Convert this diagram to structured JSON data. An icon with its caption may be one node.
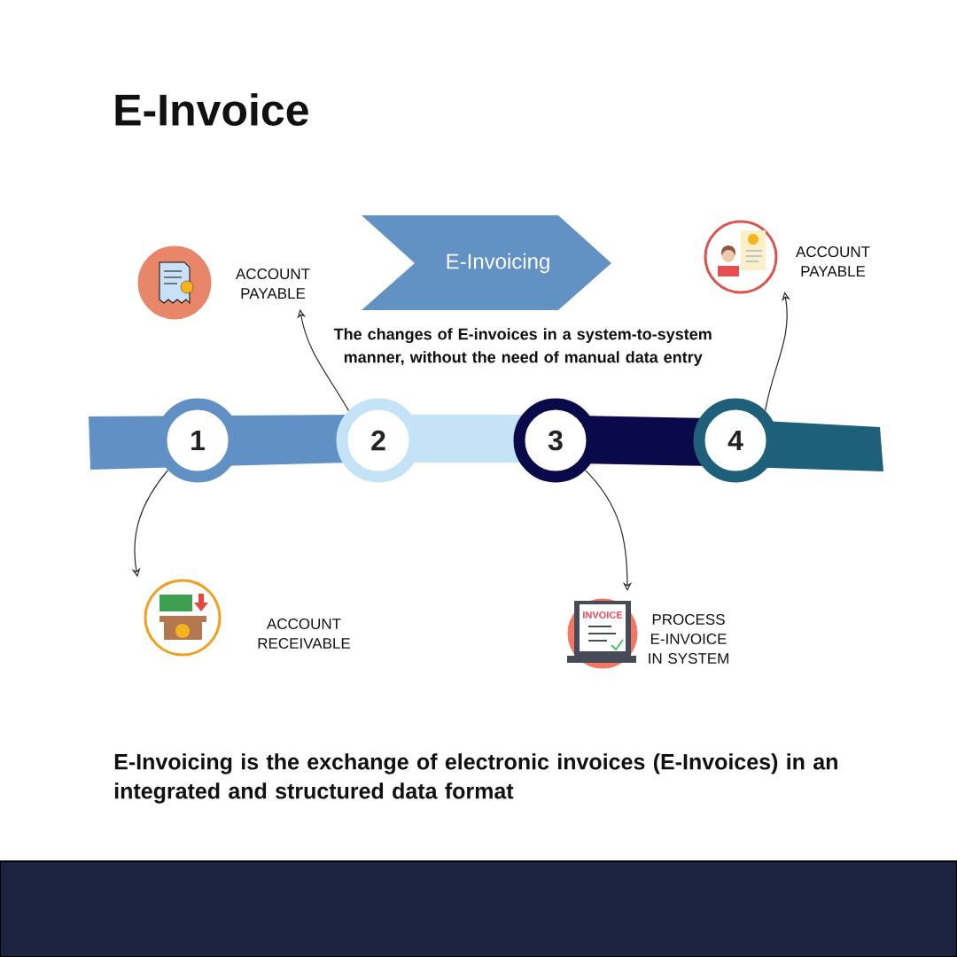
{
  "diagram": {
    "title": "E-Invoice",
    "caption": "E-Invoicing is the exchange of electronic invoices (E-Invoices) in an integrated and structured data format",
    "nodes": [
      {
        "text": [
          "1"
        ]
      },
      {
        "text": [
          "2"
        ]
      },
      {
        "text": [
          "3"
        ]
      },
      {
        "text": [
          "4"
        ]
      },
      {
        "text": [],
        "shape": "picture",
        "beside": [
          "ACCOUNT PAYABLE"
        ]
      },
      {
        "text": [],
        "shape": "picture",
        "beside": [
          "ACCOUNT PAYABLE"
        ]
      },
      {
        "text": [],
        "shape": "picture",
        "beside": [
          "ACCOUNT RECEIVABLE"
        ]
      },
      {
        "text": [],
        "shape": "picture",
        "beside": [
          "PROCESS E-INVOICE IN SYSTEM"
        ]
      },
      {
        "text": [
          "E-Invoicing"
        ]
      }
    ],
    "edges": [
      {
        "from": 1,
        "to": 4,
        "arrow": "to"
      },
      {
        "from": 3,
        "to": 5,
        "arrow": "to"
      },
      {
        "from": 0,
        "to": 6,
        "arrow": "to"
      },
      {
        "from": 2,
        "to": 7,
        "arrow": "to"
      }
    ],
    "labels": [
      "The changes of E-invoices in a system-to-system manner, without the need of manual data entry",
      "INVOICE"
    ]
  }
}
